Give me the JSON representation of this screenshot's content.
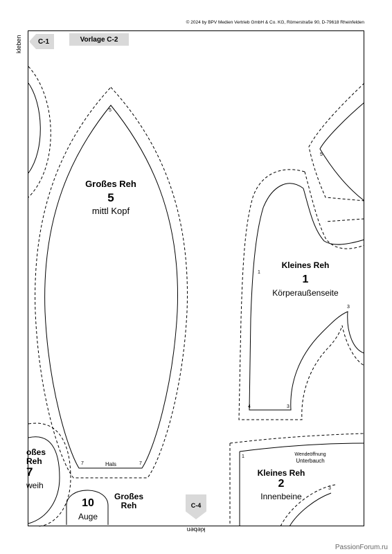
{
  "copyright": "© 2024 by BPV Medien Vertrieb GmbH & Co. KG, Römerstraße 90, D-79618 Rheinfelden",
  "tags": {
    "c1": "C-1",
    "vorlage": "Vorlage C-2",
    "c4": "C-4"
  },
  "glue_label": "kleben",
  "pieces": {
    "kopf": {
      "line1": "Großes Reh",
      "number": "5",
      "line2": "mittl Kopf",
      "hals": "Hals",
      "mark_top": "5",
      "mark_left": "7",
      "mark_right": "7"
    },
    "koerper": {
      "line1": "Kleines Reh",
      "number": "1",
      "line2": "Körperaußenseite",
      "mark_side": "1",
      "mark_3a": "3",
      "mark_4": "4",
      "mark_3b": "3",
      "mark_5": "5"
    },
    "innen": {
      "line1": "Kleines Reh",
      "number": "2",
      "line2": "Innenbeine",
      "opening": "Wendeöffnung",
      "unterbauch": "Unterbauch",
      "mark_1": "1",
      "mark_3": "3"
    },
    "bauch": {
      "line1": "oßes",
      "line2": "Reh",
      "number": "7",
      "line3": "weih"
    },
    "auge": {
      "number": "10",
      "label": "Auge",
      "side1": "Großes",
      "side2": "Reh"
    }
  },
  "watermark": "PassionForum.ru"
}
